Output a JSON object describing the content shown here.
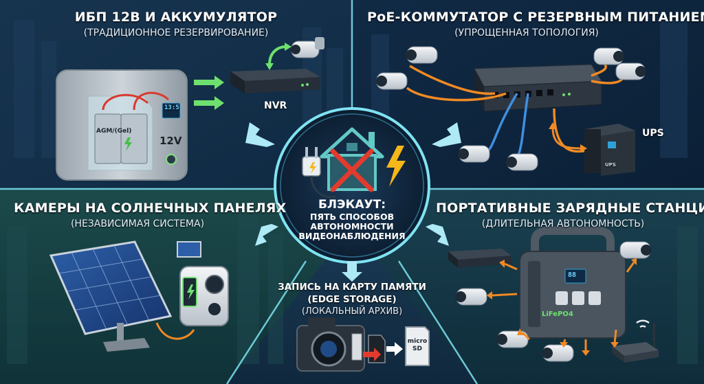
{
  "center": {
    "title": "БЛЭКАУТ:",
    "subtitle_lines": [
      "ПЯТЬ СПОСОБОВ",
      "АВТОНОМНОСТИ",
      "ВИДЕОНАБЛЮДЕНИЯ"
    ]
  },
  "panels": {
    "ups12v": {
      "title": "ИБП 12В И АККУМУЛЯТОР",
      "subtitle": "(ТРАДИЦИОННОЕ РЕЗЕРВИРОВАНИЕ)",
      "battery_label": "AGM/(Gel)",
      "voltage_label": "12V",
      "device_label": "NVR",
      "display_value": "13:5"
    },
    "poe": {
      "title": "PoE-КОММУТАТОР С РЕЗЕРВНЫМ ПИТАНИЕМ",
      "subtitle": "(УПРОЩЕННАЯ ТОПОЛОГИЯ)",
      "ups_label": "UPS",
      "ups_small_label": "UPS"
    },
    "solar": {
      "title": "КАМЕРЫ НА СОЛНЕЧНЫХ ПАНЕЛЯХ",
      "subtitle": "(НЕЗАВИСИМАЯ СИСТЕМА)"
    },
    "portable": {
      "title": "ПОРТАТИВНЫЕ ЗАРЯДНЫЕ СТАНЦИИ",
      "subtitle": "(ДЛИТЕЛЬНАЯ АВТОНОМНОСТЬ)",
      "battery_label": "LiFePO4",
      "display_value": "88"
    },
    "edge": {
      "title_line1": "ЗАПИСЬ НА КАРТУ ПАМЯТИ",
      "title_line2": "(EDGE STORAGE)",
      "subtitle": "(ЛОКАЛЬНЫЙ АРХИВ)",
      "card_label": "micro SD"
    }
  },
  "colors": {
    "bg_dark": "#0d1f33",
    "accent_cyan": "#7fe3f2",
    "cable_orange": "#f08a24",
    "cable_blue": "#3f8fe0",
    "arrow_green": "#6ee06e",
    "bolt_yellow": "#f5b719",
    "cross_red": "#e23b2e"
  }
}
